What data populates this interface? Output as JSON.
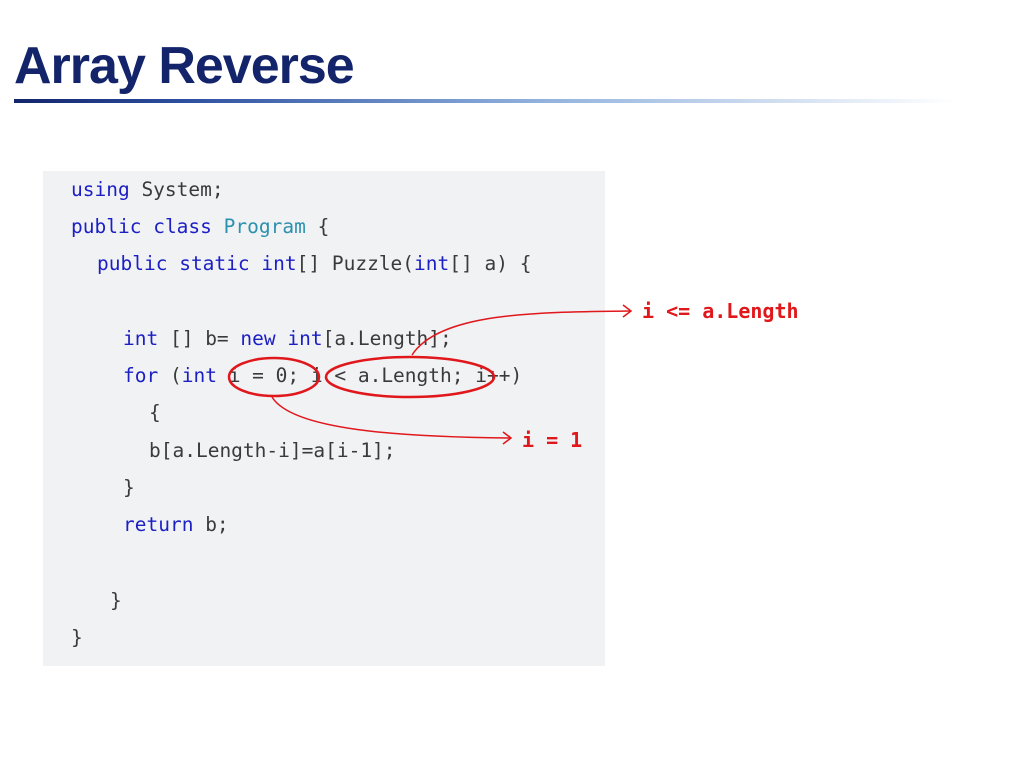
{
  "slide": {
    "title": "Array Reverse"
  },
  "code": {
    "line1": {
      "kw": "using",
      "rest": " System;"
    },
    "line2": {
      "kw1": "public",
      "kw2": "class",
      "type": "Program",
      "rest": " {"
    },
    "line3": {
      "kw1": "public",
      "kw2": "static",
      "kw3": "int",
      "mid": "[] Puzzle(",
      "kw4": "int",
      "rest": "[] a) {"
    },
    "line5": {
      "kw1": "int",
      "mid": " [] b= ",
      "kw2": "new",
      "kw3": "int",
      "rest": "[a.Length];"
    },
    "line6": {
      "kw1": "for",
      "mid": " (",
      "kw2": "int",
      "rest": " i = 0; i < a.Length; i++)"
    },
    "line7": {
      "text": "{"
    },
    "line8": {
      "text": "b[a.Length-i]=a[i-1];"
    },
    "line9": {
      "text": "}"
    },
    "line10": {
      "kw": "return",
      "rest": " b;"
    },
    "line12": {
      "text": "}"
    },
    "line13": {
      "text": "}"
    }
  },
  "annotations": {
    "condition_fix": "i <= a.Length",
    "init_fix": "i = 1",
    "color": "#e0171b"
  },
  "colors": {
    "title": "#13246b",
    "keyword": "#1b1fc4",
    "type_name": "#2b91af",
    "code_text": "#3a3a3a",
    "code_background": "#f1f2f4"
  }
}
